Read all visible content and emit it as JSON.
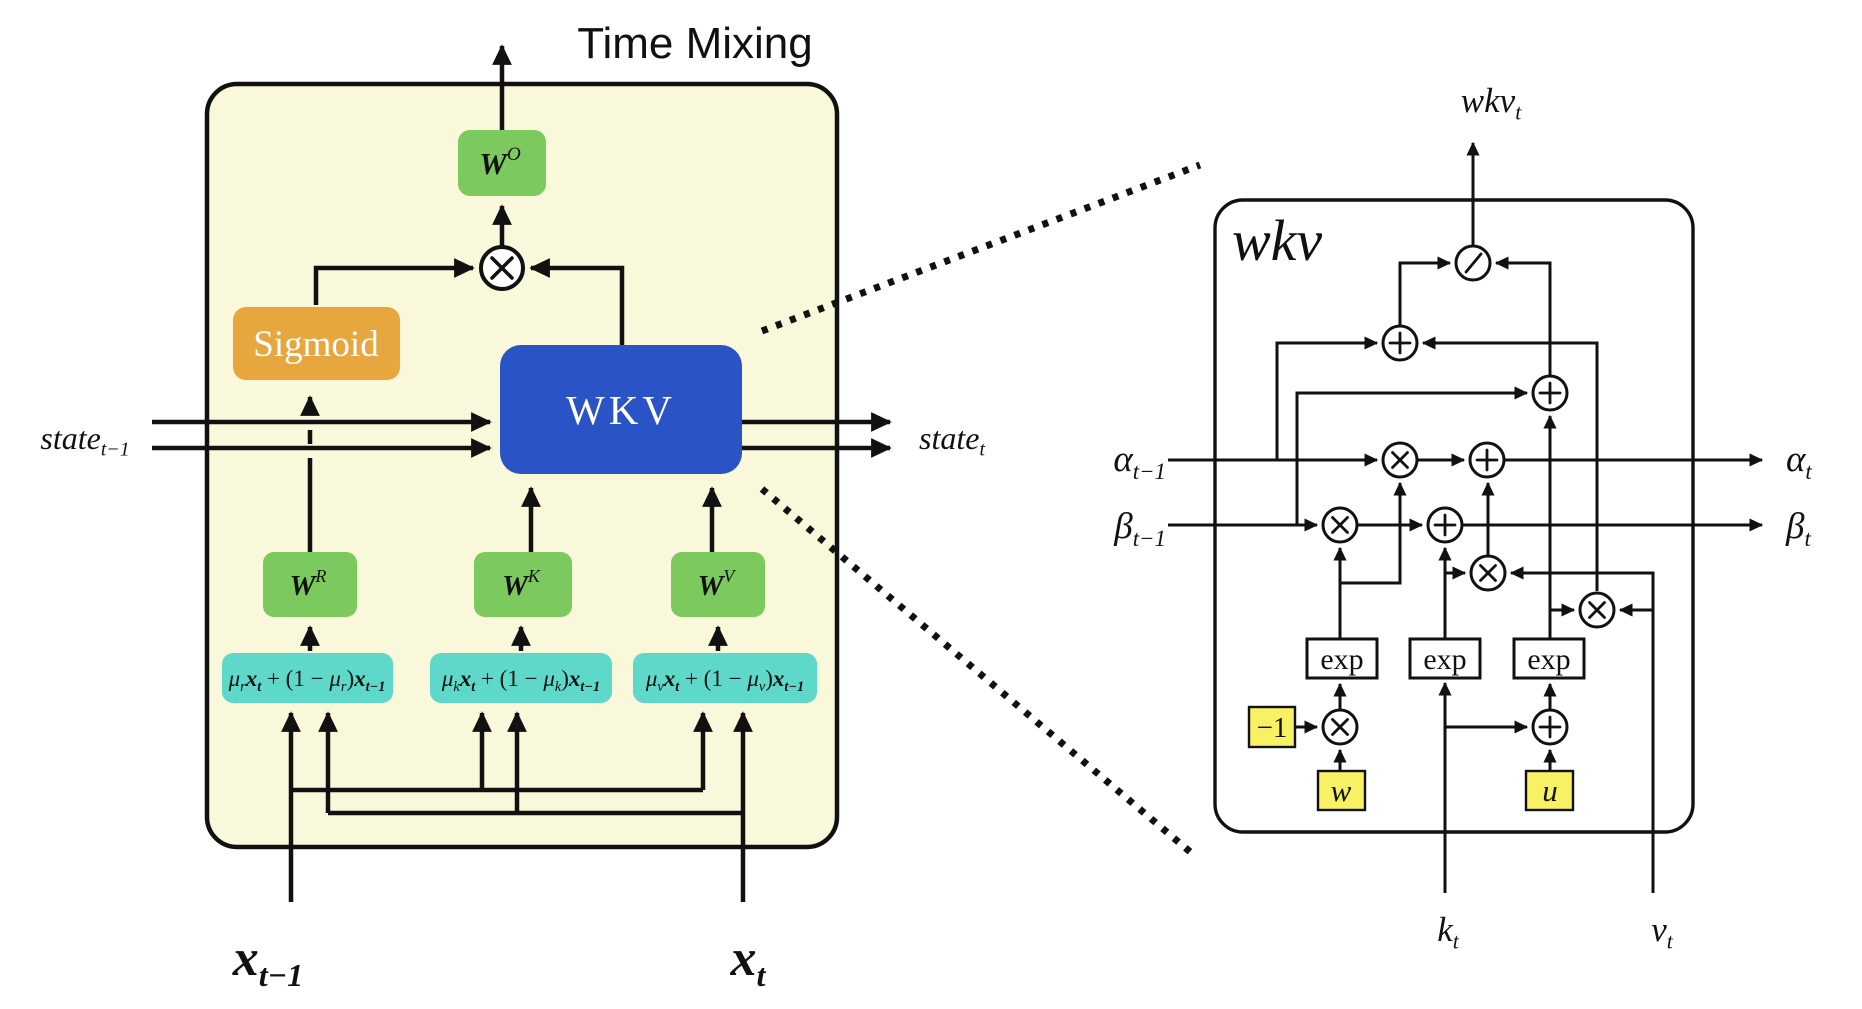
{
  "colors": {
    "panel_bg": "#FAF8DA",
    "green": "#7CCA5E",
    "orange": "#E8A63E",
    "blue": "#2A53C5",
    "teal": "#5ED9C9",
    "yellow": "#F7F163",
    "line": "#111111"
  },
  "left": {
    "title": "Time Mixing",
    "w_o": [
      [
        "W",
        "bi"
      ],
      [
        "O",
        "supi"
      ]
    ],
    "w_r": [
      [
        "W",
        "bi"
      ],
      [
        "R",
        "supi"
      ]
    ],
    "w_k": [
      [
        "W",
        "bi"
      ],
      [
        "K",
        "supi"
      ]
    ],
    "w_v": [
      [
        "W",
        "bi"
      ],
      [
        "V",
        "supi"
      ]
    ],
    "sigmoid": "Sigmoid",
    "wkv": "WKV",
    "state_in": [
      [
        "state",
        "i"
      ],
      [
        "t−1",
        "sub"
      ]
    ],
    "state_out": [
      [
        "state",
        "i"
      ],
      [
        "t",
        "sub"
      ]
    ],
    "mix_r": [
      [
        "μ",
        "i"
      ],
      [
        "r",
        "sub"
      ],
      [
        "x",
        "bi"
      ],
      [
        "t",
        "subbi"
      ],
      [
        " + (1 − ",
        "r"
      ],
      [
        "μ",
        "i"
      ],
      [
        "r",
        "sub"
      ],
      [
        ")",
        "r"
      ],
      [
        "x",
        "bi"
      ],
      [
        "t−1",
        "subbi"
      ]
    ],
    "mix_k": [
      [
        "μ",
        "i"
      ],
      [
        "k",
        "sub"
      ],
      [
        "x",
        "bi"
      ],
      [
        "t",
        "subbi"
      ],
      [
        " + (1 − ",
        "r"
      ],
      [
        "μ",
        "i"
      ],
      [
        "k",
        "sub"
      ],
      [
        ")",
        "r"
      ],
      [
        "x",
        "bi"
      ],
      [
        "t−1",
        "subbi"
      ]
    ],
    "mix_v": [
      [
        "μ",
        "i"
      ],
      [
        "v",
        "sub"
      ],
      [
        "x",
        "bi"
      ],
      [
        "t",
        "subbi"
      ],
      [
        " + (1 − ",
        "r"
      ],
      [
        "μ",
        "i"
      ],
      [
        "v",
        "sub"
      ],
      [
        ")",
        "r"
      ],
      [
        "x",
        "bi"
      ],
      [
        "t−1",
        "subbi"
      ]
    ],
    "x_prev": [
      [
        "x",
        "bi"
      ],
      [
        "t−1",
        "subbi"
      ]
    ],
    "x_cur": [
      [
        "x",
        "bi"
      ],
      [
        "t",
        "subbi"
      ]
    ]
  },
  "right": {
    "panel_label": "wkv",
    "out_label": [
      [
        "wkv",
        "i"
      ],
      [
        "t",
        "sub"
      ]
    ],
    "alpha_in": [
      [
        "α",
        "i"
      ],
      [
        "t−1",
        "sub"
      ]
    ],
    "alpha_out": [
      [
        "α",
        "i"
      ],
      [
        "t",
        "sub"
      ]
    ],
    "beta_in": [
      [
        "β",
        "i"
      ],
      [
        "t−1",
        "sub"
      ]
    ],
    "beta_out": [
      [
        "β",
        "i"
      ],
      [
        "t",
        "sub"
      ]
    ],
    "exp1": "exp",
    "exp2": "exp",
    "exp3": "exp",
    "neg_one": "−1",
    "w": "w",
    "u": "u",
    "k_t": [
      [
        "k",
        "i"
      ],
      [
        "t",
        "sub"
      ]
    ],
    "v_t": [
      [
        "v",
        "i"
      ],
      [
        "t",
        "sub"
      ]
    ]
  }
}
